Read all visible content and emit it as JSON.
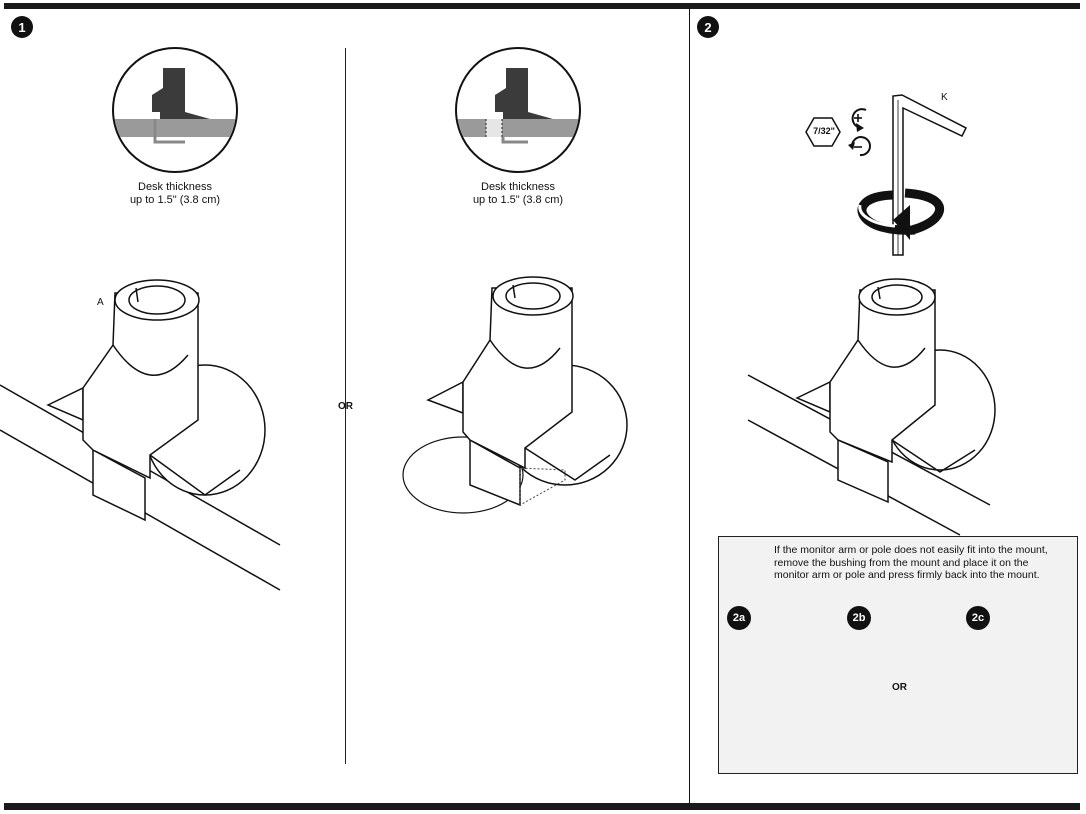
{
  "steps": {
    "step1": "1",
    "step2": "2"
  },
  "panel1": {
    "desk_thickness_left": [
      "Desk thickness",
      "up to 1.5\" (3.8 cm)"
    ],
    "desk_thickness_right": [
      "Desk thickness",
      "up to 1.5\" (3.8 cm)"
    ],
    "part_label_a": "A",
    "or_label": "OR"
  },
  "panel2": {
    "hex_size": "7/32\"",
    "part_label_k": "K",
    "info_text": "If the monitor arm or pole does not easily fit into the mount, remove the bushing from the mount and place it on the monitor arm or pole and press firmly back into the mount.",
    "substeps": [
      "2a",
      "2b",
      "2c"
    ],
    "or_label": "OR"
  },
  "icons": [
    "info-icon",
    "tighten-plus-icon",
    "loosen-minus-icon",
    "rotation-arrow-icon",
    "allen-key-icon",
    "hex-icon"
  ]
}
